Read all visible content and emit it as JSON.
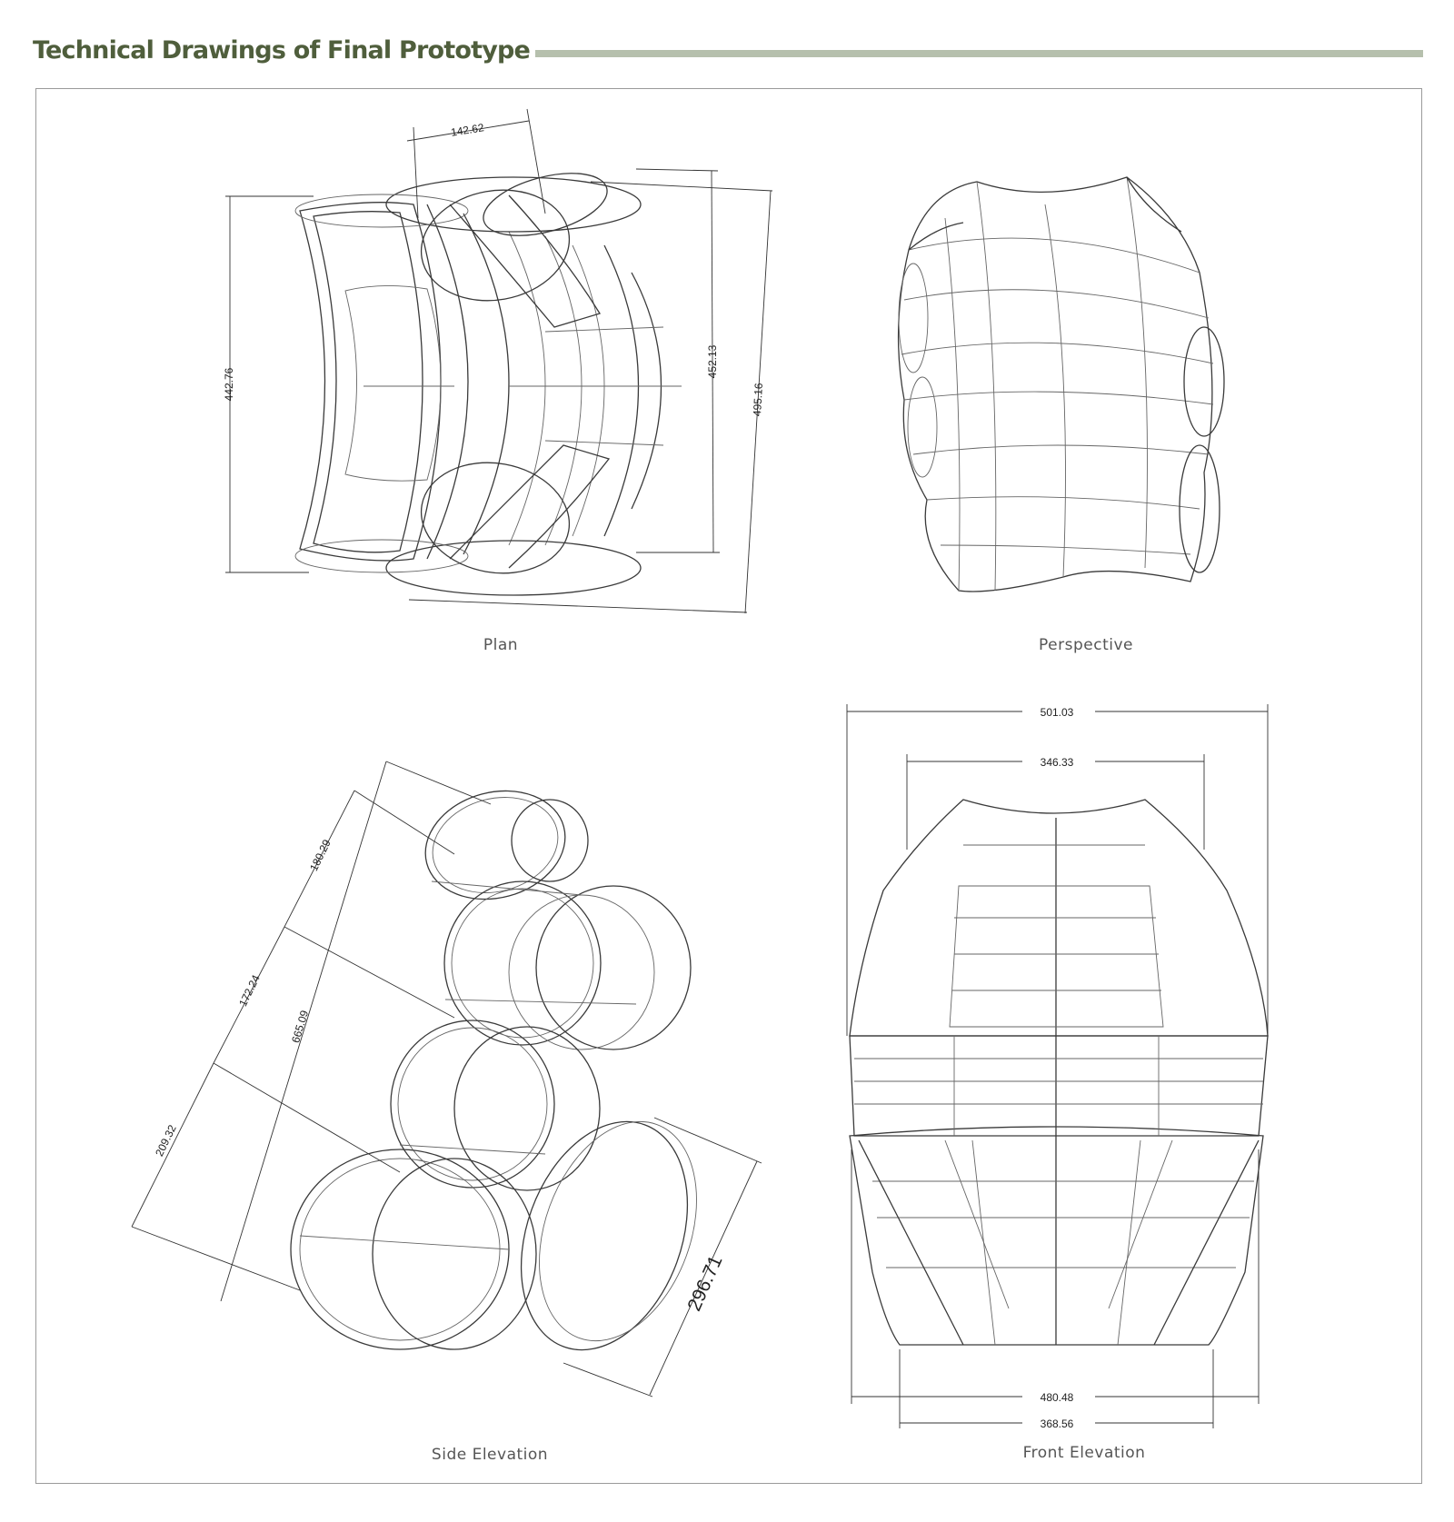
{
  "header": {
    "title": "Technical Drawings of Final Prototype"
  },
  "colors": {
    "title": "#4f5e3c",
    "rule": "#b6c0ad",
    "lines": "#3a3a3a"
  },
  "views": [
    {
      "caption": "Plan",
      "dimensions": [
        "142.62",
        "442.76",
        "452.13",
        "495.16"
      ]
    },
    {
      "caption": "Perspective",
      "dimensions": []
    },
    {
      "caption": "Side Elevation",
      "dimensions": [
        "180.29",
        "172.24",
        "665.09",
        "209.32",
        "296.71"
      ]
    },
    {
      "caption": "Front Elevation",
      "dimensions": [
        "501.03",
        "346.33",
        "480.48",
        "368.56"
      ]
    }
  ]
}
